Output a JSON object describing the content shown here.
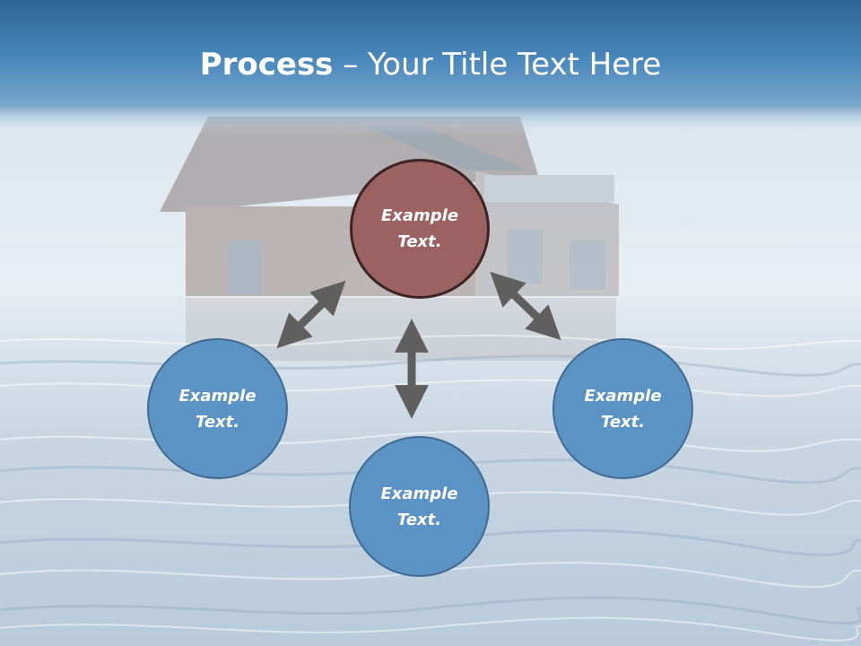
{
  "slide": {
    "title_bold": "Process",
    "title_rest": " – Your Title Text Here"
  },
  "nodes": [
    {
      "id": "top",
      "label": "Example Text.",
      "color": "#9b6261"
    },
    {
      "id": "left",
      "label": "Example Text.",
      "color": "#5b93c4"
    },
    {
      "id": "bottom",
      "label": "Example Text.",
      "color": "#5b93c4"
    },
    {
      "id": "right",
      "label": "Example Text.",
      "color": "#5b93c4"
    }
  ],
  "colors": {
    "title_bar": "#3f7cb0",
    "arrow": "#5f5f5f",
    "water": "#c9d7e4"
  }
}
